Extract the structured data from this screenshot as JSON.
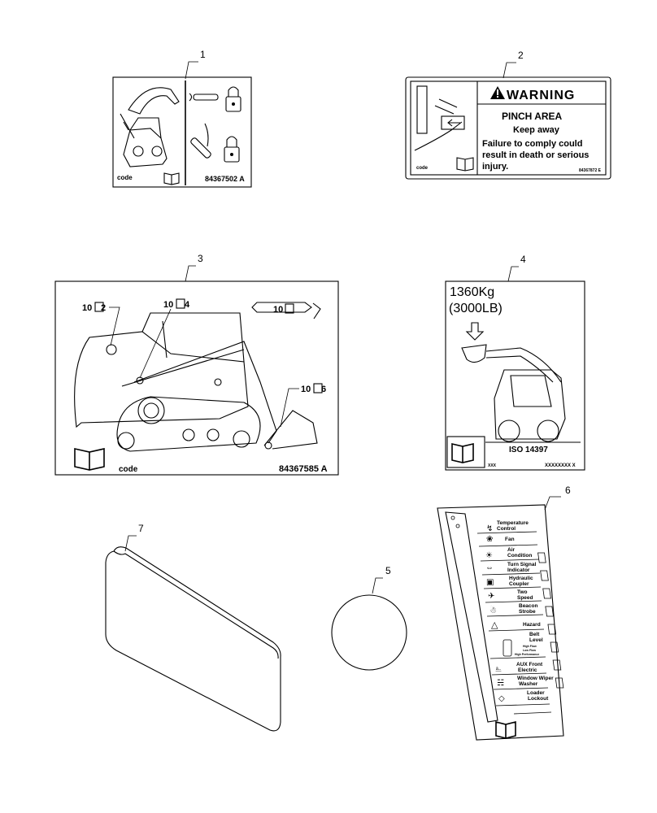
{
  "callouts": [
    "1",
    "2",
    "3",
    "4",
    "5",
    "6",
    "7"
  ],
  "decal1": {
    "code": "code",
    "part": "84367502 A"
  },
  "decal2": {
    "warning": "WARNING",
    "title": "PINCH AREA",
    "subtitle": "Keep away",
    "body": [
      "Failure to comply could",
      "result in death or serious",
      "injury."
    ],
    "code": "code",
    "part": "84367872 E"
  },
  "decal3": {
    "labels": [
      "10",
      "2",
      "10",
      "4",
      "10",
      "10",
      "6"
    ],
    "code": "code",
    "part": "84367585 A"
  },
  "decal4": {
    "capacity_kg": "1360Kg",
    "capacity_lb": "(3000LB)",
    "iso": "ISO 14397",
    "code_left": "XXX",
    "code_right": "XXXXXXXX X"
  },
  "decal6": {
    "items": [
      [
        "Temperature",
        "Control"
      ],
      [
        "Fan",
        ""
      ],
      [
        "Air",
        "Condition"
      ],
      [
        "Turn Signal",
        "Indicator"
      ],
      [
        "Hydraulic",
        "Coupler"
      ],
      [
        "Two",
        "Speed"
      ],
      [
        "Beacon",
        "Strobe"
      ],
      [
        "Hazard",
        ""
      ],
      [
        "Belt",
        "Level"
      ],
      [
        "High Flow",
        "Low Flow"
      ],
      [
        "High Performance",
        ""
      ],
      [
        "AUX Front",
        "Electric"
      ],
      [
        "Window Wiper",
        "Washer"
      ],
      [
        "Loader",
        "Lockout"
      ]
    ]
  }
}
